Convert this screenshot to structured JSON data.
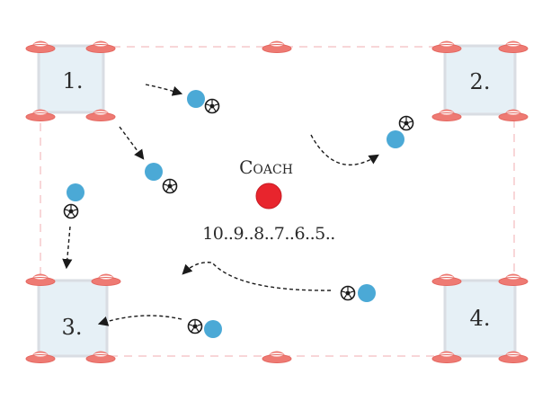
{
  "zones": [
    {
      "label": "1."
    },
    {
      "label": "2."
    },
    {
      "label": "3."
    },
    {
      "label": "4."
    }
  ],
  "coach": {
    "label": "Coach",
    "countdown": "10..9..8..7..6..5.."
  },
  "colors": {
    "boundary": "#f5c9cc",
    "cone": "#ee7a73",
    "zone_fill": "#e6f0f6",
    "zone_border": "#d9dde3",
    "player": "#4ba9d6",
    "coach": "#e8252d",
    "arrow": "#1a1a1a"
  },
  "icons": {
    "cone": "cone-icon",
    "ball": "soccer-ball-icon",
    "player": "player-icon",
    "coach": "coach-icon"
  }
}
